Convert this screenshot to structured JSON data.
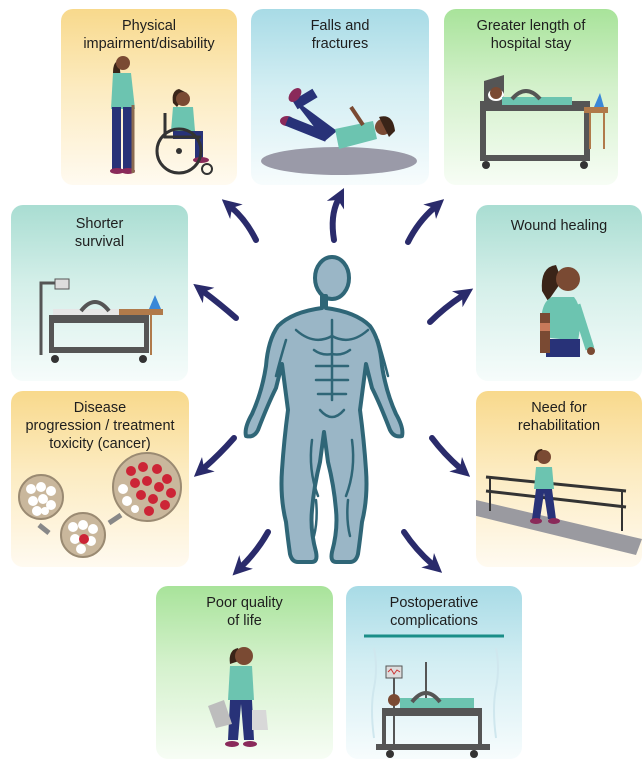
{
  "cards": {
    "physical": {
      "label": "Physical\nimpairment/disability"
    },
    "falls": {
      "label": "Falls and\nfractures"
    },
    "hospital": {
      "label": "Greater length of\nhospital stay"
    },
    "survival": {
      "label": "Shorter\nsurvival"
    },
    "wound": {
      "label": "Wound healing"
    },
    "disease": {
      "label": "Disease\nprogression / treatment\ntoxicity (cancer)"
    },
    "rehab": {
      "label": "Need for\nrehabilitation"
    },
    "quality": {
      "label": "Poor quality\nof life"
    },
    "postop": {
      "label": "Postoperative\ncomplications"
    }
  },
  "colors": {
    "arrow": "#2a2b6b",
    "body_fill": "#9ab6c6",
    "body_stroke": "#2f6677",
    "skin": "#7a4a33",
    "hair": "#3a2418",
    "shirt": "#6cc4b0",
    "pants": "#283278",
    "cell_red": "#cc2436"
  }
}
